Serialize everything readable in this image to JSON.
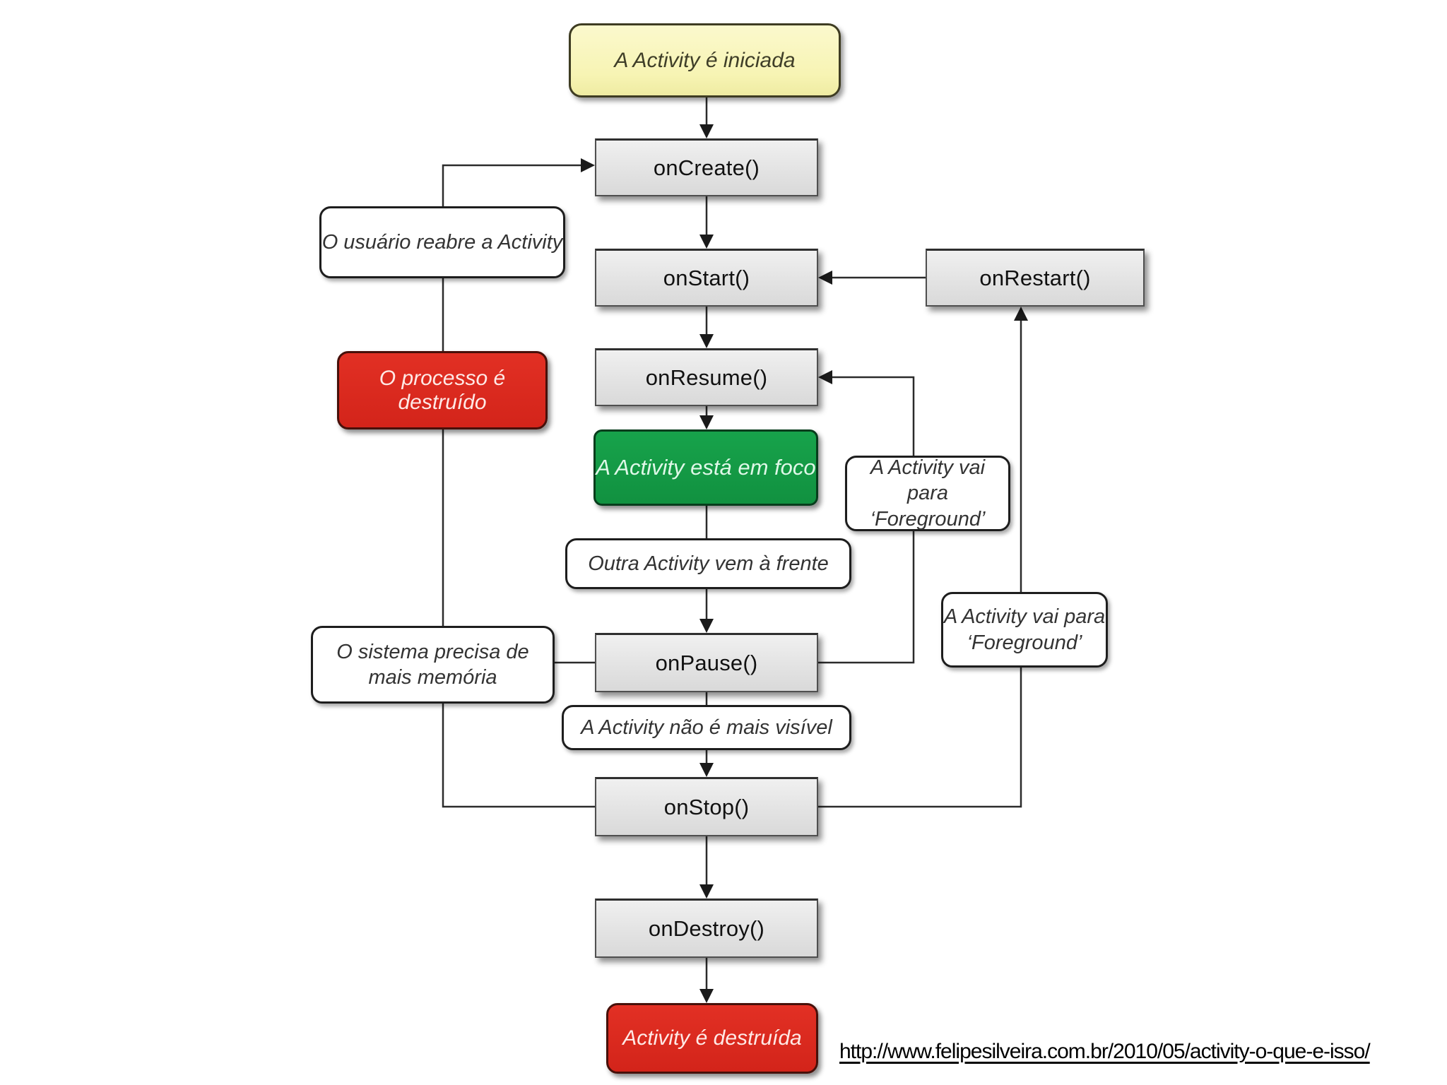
{
  "diagram": {
    "nodes": {
      "iniciada": {
        "label": "A Activity é iniciada",
        "type": "start"
      },
      "oncreate": {
        "label": "onCreate()",
        "type": "method"
      },
      "onstart": {
        "label": "onStart()",
        "type": "method"
      },
      "onrestart": {
        "label": "onRestart()",
        "type": "method"
      },
      "onresume": {
        "label": "onResume()",
        "type": "method"
      },
      "foco": {
        "label": "A Activity está em foco",
        "type": "state-green"
      },
      "outra": {
        "label": "Outra Activity vem à frente",
        "type": "note"
      },
      "onpause": {
        "label": "onPause()",
        "type": "method"
      },
      "nao_visivel": {
        "label": "A Activity não é mais visível",
        "type": "note"
      },
      "onstop": {
        "label": "onStop()",
        "type": "method"
      },
      "ondestroy": {
        "label": "onDestroy()",
        "type": "method"
      },
      "destruida": {
        "label": "Activity é destruída",
        "type": "state-red"
      },
      "reabre": {
        "label": "O usuário reabre a Activity",
        "type": "note"
      },
      "processo": {
        "label": "O processo é destruído",
        "type": "state-red"
      },
      "sistema": {
        "label": "O sistema precisa de\nmais memória",
        "type": "note"
      },
      "foreground_1": {
        "label": "A Activity vai para\n‘Foreground’",
        "type": "note"
      },
      "foreground_2": {
        "label": "A Activity vai para\n‘Foreground’",
        "type": "note"
      }
    },
    "edges": [
      {
        "from": "iniciada",
        "to": "oncreate"
      },
      {
        "from": "oncreate",
        "to": "onstart"
      },
      {
        "from": "onstart",
        "to": "onresume"
      },
      {
        "from": "onresume",
        "to": "foco"
      },
      {
        "from": "foco",
        "to": "outra"
      },
      {
        "from": "outra",
        "to": "onpause"
      },
      {
        "from": "onpause",
        "to": "nao_visivel"
      },
      {
        "from": "nao_visivel",
        "to": "onstop"
      },
      {
        "from": "onstop",
        "to": "ondestroy"
      },
      {
        "from": "ondestroy",
        "to": "destruida"
      },
      {
        "from": "onrestart",
        "to": "onstart"
      },
      {
        "from": "onpause",
        "to": "onresume",
        "label": "A Activity vai para ‘Foreground’"
      },
      {
        "from": "onstop",
        "to": "onrestart",
        "label": "A Activity vai para ‘Foreground’"
      },
      {
        "from": "onpause",
        "to": "sistema"
      },
      {
        "from": "onstop",
        "to": "oncreate",
        "via": [
          "processo",
          "reabre"
        ]
      }
    ],
    "colors": {
      "start_fill": "#f7f4b4",
      "green_fill": "#14994546",
      "green": "#149945",
      "red": "#d9281d",
      "method_fill": "#e3e3e3",
      "line": "#2b2b2b"
    },
    "source_link": {
      "text": "http://www.felipesilveira.com.br/2010/05/activity-o-que-e-isso/"
    }
  }
}
